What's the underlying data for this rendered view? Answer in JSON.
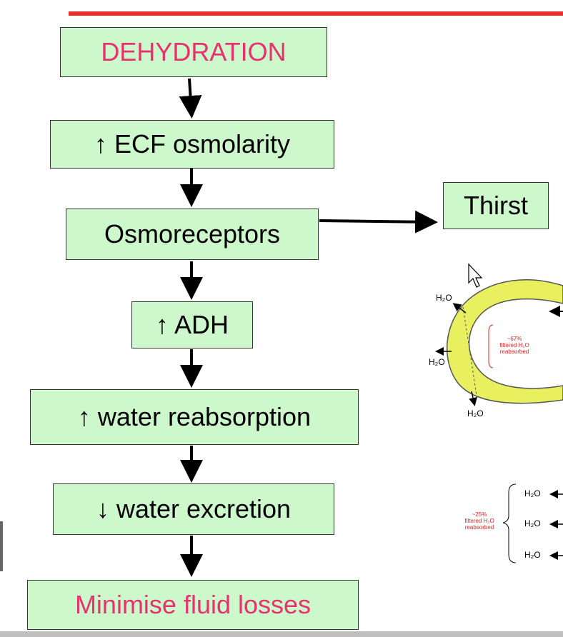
{
  "flow": {
    "dehydration": "DEHYDRATION",
    "ecf_osmolarity": "↑ ECF osmolarity",
    "osmoreceptors": "Osmoreceptors",
    "thirst": "Thirst",
    "adh": "↑ ADH",
    "water_reabsorption": "↑ water reabsorption",
    "water_excretion": "↓ water excretion",
    "minimise": "Minimise fluid losses"
  },
  "colors": {
    "box_fill": "#ccf8cc",
    "highlight_text": "#e8316f",
    "accent_line": "#e8302a",
    "tubule_fill": "#e8f060"
  },
  "nephron": {
    "h2o": "H₂O",
    "pct_percent": "~67%",
    "pct_line1": "filtered H₂O",
    "pct_line2": "reabsorbed",
    "loop_percent": "~25%",
    "loop_line1": "filtered H₂O",
    "loop_line2": "reabsorbed"
  }
}
